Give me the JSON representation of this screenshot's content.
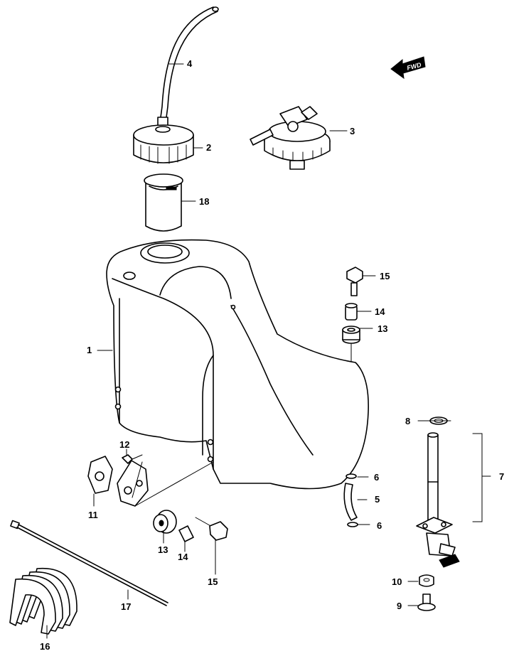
{
  "diagram": {
    "fwd_label": "FWD",
    "callouts": [
      {
        "id": "1",
        "label": "1"
      },
      {
        "id": "2",
        "label": "2"
      },
      {
        "id": "3",
        "label": "3"
      },
      {
        "id": "4",
        "label": "4"
      },
      {
        "id": "5",
        "label": "5"
      },
      {
        "id": "6a",
        "label": "6"
      },
      {
        "id": "6b",
        "label": "6"
      },
      {
        "id": "7",
        "label": "7"
      },
      {
        "id": "8",
        "label": "8"
      },
      {
        "id": "9",
        "label": "9"
      },
      {
        "id": "10",
        "label": "10"
      },
      {
        "id": "11",
        "label": "11"
      },
      {
        "id": "12",
        "label": "12"
      },
      {
        "id": "13a",
        "label": "13"
      },
      {
        "id": "13b",
        "label": "13"
      },
      {
        "id": "14a",
        "label": "14"
      },
      {
        "id": "14b",
        "label": "14"
      },
      {
        "id": "15a",
        "label": "15"
      },
      {
        "id": "15b",
        "label": "15"
      },
      {
        "id": "16",
        "label": "16"
      },
      {
        "id": "17",
        "label": "17"
      },
      {
        "id": "18",
        "label": "18"
      }
    ]
  }
}
